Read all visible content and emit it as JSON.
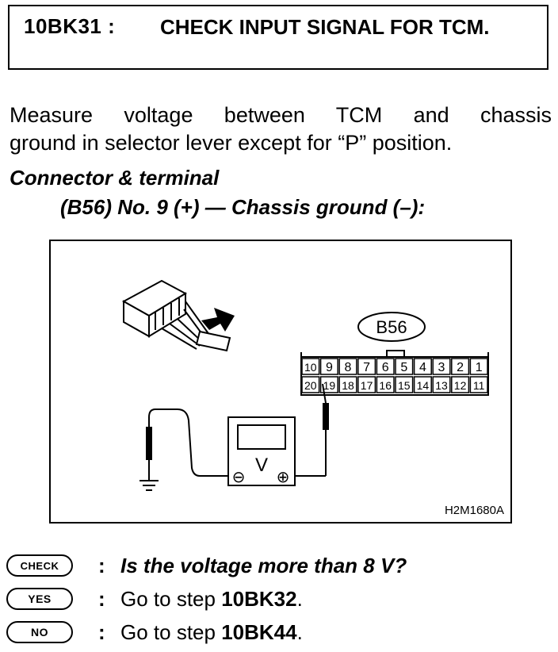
{
  "step": {
    "code": "10BK31 :",
    "title": "CHECK INPUT SIGNAL FOR TCM."
  },
  "instruction": {
    "line1": "Measure voltage between TCM and chassis",
    "line2": "ground in selector lever except for “P” position."
  },
  "connector": {
    "heading": "Connector & terminal",
    "spec": "(B56) No. 9 (+) — Chassis ground (–):"
  },
  "figure": {
    "connector_label": "B56",
    "top_row": [
      "10",
      "9",
      "8",
      "7",
      "6",
      "5",
      "4",
      "3",
      "2",
      "1"
    ],
    "bottom_row": [
      "20",
      "19",
      "18",
      "17",
      "16",
      "15",
      "14",
      "13",
      "12",
      "11"
    ],
    "meter_symbol": "V",
    "minus_symbol": "⊖",
    "plus_symbol": "⊕",
    "figure_id": "H2M1680A"
  },
  "answers": {
    "check": {
      "badge": "CHECK",
      "colon": ":",
      "text": "Is the voltage more than 8 V?"
    },
    "yes": {
      "badge": "YES",
      "colon": ":",
      "prefix": "Go to step ",
      "target": "10BK32",
      "suffix": "."
    },
    "no": {
      "badge": "NO",
      "colon": ":",
      "prefix": "Go to step ",
      "target": "10BK44",
      "suffix": "."
    }
  }
}
